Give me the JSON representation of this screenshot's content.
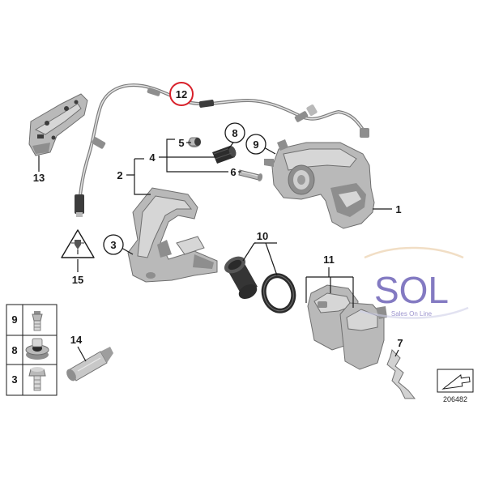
{
  "labels": {
    "caliper": "1",
    "carrier_set": "2",
    "carrier": "3",
    "guide_set": "4",
    "cap": "5",
    "guide_bolt": "6",
    "spring": "7",
    "boot": "8",
    "bleeder": "9",
    "piston_seal": "10",
    "pads": "11",
    "wear_sensor": "12",
    "bracket": "13",
    "grease": "14",
    "warning": "15"
  },
  "legend": {
    "row_bleeder": "9",
    "row_boot": "8",
    "row_bolt": "3"
  },
  "watermark": {
    "brand": "SOL",
    "tagline": "Sales On Line"
  },
  "doc_number": "206482",
  "colors": {
    "highlight_ring": "#d8202a",
    "line": "#1a1a1a",
    "metal": "#b9b9b9",
    "watermark": "#6e63b8"
  }
}
